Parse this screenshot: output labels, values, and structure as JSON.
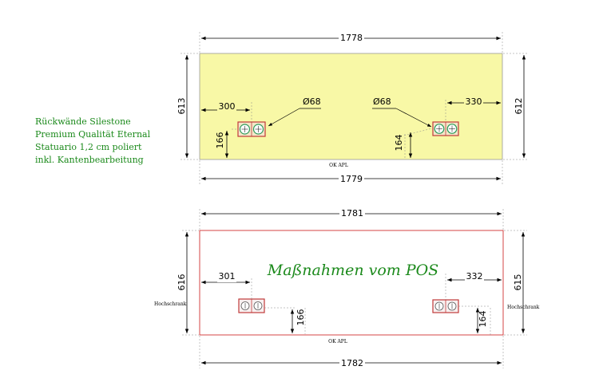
{
  "notes": {
    "line1": "Rückwände Silestone",
    "line2": "Premium Qualität Eternal",
    "line3": "Statuario 1,2 cm poliert",
    "line4": "inkl. Kantenbearbeitung"
  },
  "colors": {
    "panel_fill": "#f8f8a6",
    "pos_outline": "#d03030",
    "socket_red": "#c03a3a",
    "socket_green": "#2e9a5a",
    "note_green": "#1c8a1c"
  },
  "top_panel": {
    "width_top": "1778",
    "width_bottom": "1779",
    "height_left": "613",
    "height_right": "612",
    "left_cutout": {
      "offset": "300",
      "height": "166",
      "diameter": "Ø68"
    },
    "right_cutout": {
      "offset": "330",
      "height": "164",
      "diameter": "Ø68"
    },
    "baseline": "OK APL"
  },
  "bottom_panel": {
    "title": "Maßnahmen vom POS",
    "width_top": "1781",
    "width_bottom": "1782",
    "height_left": "616",
    "height_right": "615",
    "left_cutout": {
      "offset": "301",
      "height": "166"
    },
    "right_cutout": {
      "offset": "332",
      "height": "164"
    },
    "side_left": "Hochschrank",
    "side_right": "Hochschrank",
    "baseline": "OK APL"
  }
}
